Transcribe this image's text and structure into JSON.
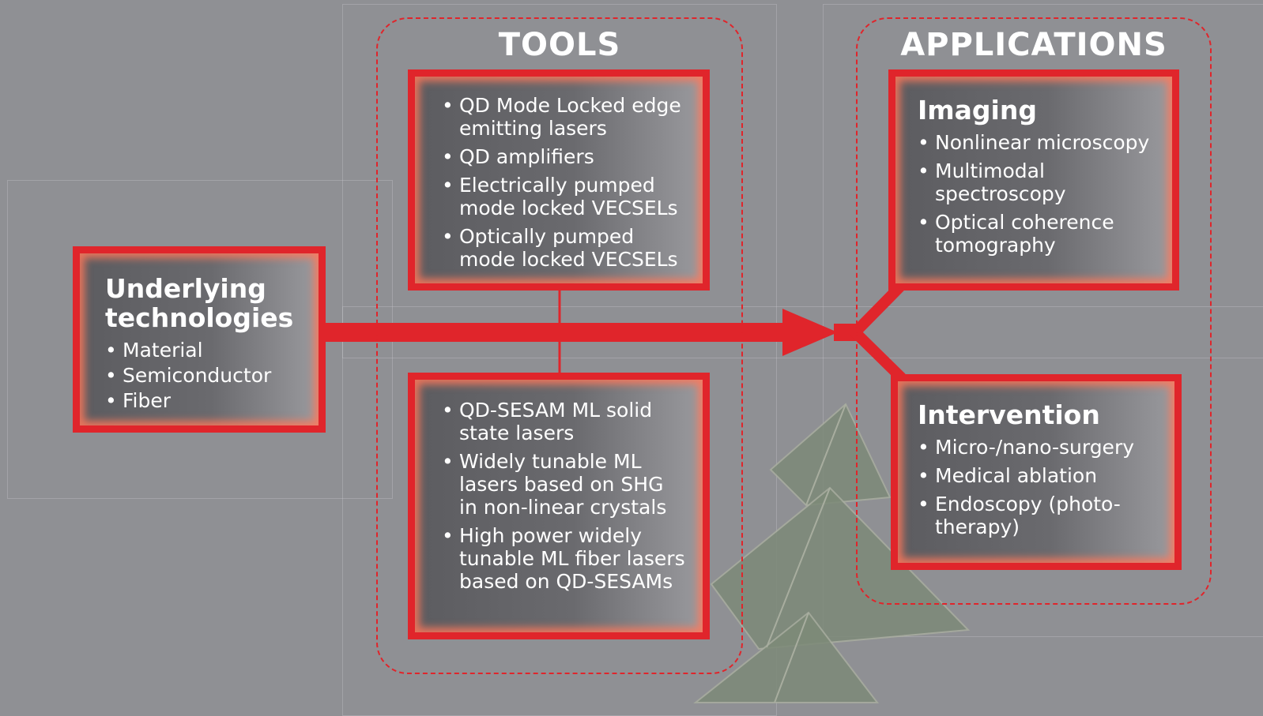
{
  "tools": {
    "title": "TOOLS",
    "top_items": [
      "QD Mode Locked edge emitting lasers",
      "QD amplifiers",
      "Electrically pumped mode locked VECSELs",
      "Optically pumped mode locked VECSELs"
    ],
    "bottom_items": [
      "QD-SESAM ML solid state lasers",
      "Widely tunable ML lasers based on SHG in non-linear crystals",
      "High power widely tunable ML fiber lasers based on QD-SESAMs"
    ]
  },
  "underlying": {
    "title": "Underlying technologies",
    "items": [
      "Material",
      "Semiconductor",
      "Fiber"
    ]
  },
  "applications": {
    "title": "APPLICATIONS",
    "imaging": {
      "title": "Imaging",
      "items": [
        "Nonlinear microscopy",
        "Multimodal spectroscopy",
        "Optical coherence tomography"
      ]
    },
    "intervention": {
      "title": "Intervention",
      "items": [
        "Micro-/nano-surgery",
        "Medical ablation",
        "Endoscopy (photo-therapy)"
      ]
    }
  },
  "colors": {
    "background": "#8f9094",
    "accent_red": "#e0252b",
    "box_dark": "#5c5c60",
    "pyramid_green": "#7d8a78"
  }
}
